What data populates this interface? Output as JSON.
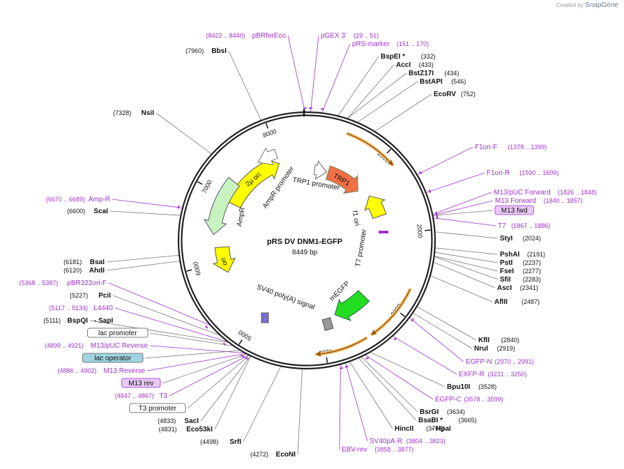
{
  "app": {
    "brand_prefix": "Created by",
    "brand_name": "SnapGene"
  },
  "plasmid": {
    "name": "pRS DV DNM1-EGFP",
    "length_label": "8449 bp"
  },
  "ticks": [
    "1000",
    "2000",
    "3000",
    "4000",
    "5000",
    "6000",
    "7000",
    "8000"
  ],
  "features": [
    "2μ ori",
    "AmpR promoter",
    "AmpR",
    "ori",
    "TRP1 promoter",
    "TRP1",
    "f1 ori",
    "T7 promoter",
    "mEGFP",
    "SV40 poly(A) signal"
  ],
  "labels": [
    {
      "type": "primer",
      "name": "pBRforEco",
      "coord": "(8422 .. 8440)"
    },
    {
      "type": "primer",
      "name": "pGEX 3'",
      "coord": "(29 .. 51)"
    },
    {
      "type": "primer",
      "name": "pRS-marker",
      "coord": "(151 .. 170)"
    },
    {
      "type": "site",
      "name": "BbsI",
      "coord": "(7960)"
    },
    {
      "type": "site",
      "name": "BspEI  *",
      "coord": "(332)"
    },
    {
      "type": "site",
      "name": "AccI",
      "coord": "(433)"
    },
    {
      "type": "site",
      "name": "BstZ17I",
      "coord": "(434)"
    },
    {
      "type": "site",
      "name": "BstAPI",
      "coord": "(546)"
    },
    {
      "type": "site",
      "name": "EcoRV",
      "coord": "(752)"
    },
    {
      "type": "site",
      "name": "NsiI",
      "coord": "(7328)"
    },
    {
      "type": "primer",
      "name": "F1ori-F",
      "coord": "(1378 .. 1399)"
    },
    {
      "type": "primer",
      "name": "F1ori-R",
      "coord": "(1590 .. 1609)"
    },
    {
      "type": "primer",
      "name": "Amp-R",
      "coord": "(6670 .. 6689)"
    },
    {
      "type": "site",
      "name": "ScaI",
      "coord": "(6600)"
    },
    {
      "type": "primer",
      "name": "M13/pUC Forward",
      "coord": "(1826 .. 1848)"
    },
    {
      "type": "primer",
      "name": "M13 Forward",
      "coord": "(1840 .. 1857)"
    },
    {
      "type": "boxed",
      "name": "M13 fwd",
      "coord": ""
    },
    {
      "type": "primer",
      "name": "T7",
      "coord": "(1867 .. 1886)"
    },
    {
      "type": "site",
      "name": "StyI",
      "coord": "(2024)"
    },
    {
      "type": "site",
      "name": "PshAI",
      "coord": "(2191)"
    },
    {
      "type": "site",
      "name": "PstI",
      "coord": "(2237)"
    },
    {
      "type": "site",
      "name": "FseI",
      "coord": "(2277)"
    },
    {
      "type": "site",
      "name": "SfiI",
      "coord": "(2283)"
    },
    {
      "type": "site",
      "name": "AscI",
      "coord": "(2341)"
    },
    {
      "type": "site",
      "name": "AflII",
      "coord": "(2487)"
    },
    {
      "type": "site",
      "name": "BsaI",
      "coord": "(6181)"
    },
    {
      "type": "site",
      "name": "AhdI",
      "coord": "(6120)"
    },
    {
      "type": "primer",
      "name": "pBR322ori-F",
      "coord": "(5368 .. 5387)"
    },
    {
      "type": "site",
      "name": "PciI",
      "coord": "(5227)"
    },
    {
      "type": "primer",
      "name": "L4440",
      "coord": "(5117 .. 5134)"
    },
    {
      "type": "site",
      "name": "BspQI",
      "coord": "(5111)"
    },
    {
      "type": "site2",
      "name": "- SapI",
      "coord": ""
    },
    {
      "type": "feature",
      "name": "lac promoter",
      "coord": ""
    },
    {
      "type": "primer",
      "name": "M13/pUC Reverse",
      "coord": "(4899 .. 4921)"
    },
    {
      "type": "feature",
      "name": "lac operator",
      "coord": ""
    },
    {
      "type": "primer",
      "name": "M13 Reverse",
      "coord": "(4886 .. 4902)"
    },
    {
      "type": "boxed",
      "name": "M13 rev",
      "coord": ""
    },
    {
      "type": "primer",
      "name": "T3",
      "coord": "(4847 .. 4867)"
    },
    {
      "type": "feature",
      "name": "T3 promoter",
      "coord": ""
    },
    {
      "type": "site",
      "name": "SacI",
      "coord": "(4833)"
    },
    {
      "type": "site",
      "name": "Eco53kI",
      "coord": "(4831)"
    },
    {
      "type": "site",
      "name": "SrfI",
      "coord": "(4498)"
    },
    {
      "type": "site",
      "name": "EcoNI",
      "coord": "(4272)"
    },
    {
      "type": "site",
      "name": "KflI",
      "coord": "(2840)"
    },
    {
      "type": "site",
      "name": "NruI",
      "coord": "(2919)"
    },
    {
      "type": "primer",
      "name": "EGFP-N",
      "coord": "(2970 .. 2991)"
    },
    {
      "type": "primer",
      "name": "EXFP-R",
      "coord": "(3231 .. 3250)"
    },
    {
      "type": "site",
      "name": "Bpu10I",
      "coord": "(3528)"
    },
    {
      "type": "primer",
      "name": "EGFP-C",
      "coord": "(3578 .. 3599)"
    },
    {
      "type": "site",
      "name": "BsrGI",
      "coord": "(3634)"
    },
    {
      "type": "site",
      "name": "BsaBI  *",
      "coord": "(3665)"
    },
    {
      "type": "site",
      "name": "HincII",
      "coord": "(3766)"
    },
    {
      "type": "site2",
      "name": "- HpaI",
      "coord": ""
    },
    {
      "type": "primer",
      "name": "SV40pA-R",
      "coord": "(3804 .. 3823)"
    },
    {
      "type": "primer",
      "name": "EBV-rev",
      "coord": "(3858 .. 3877)"
    }
  ]
}
